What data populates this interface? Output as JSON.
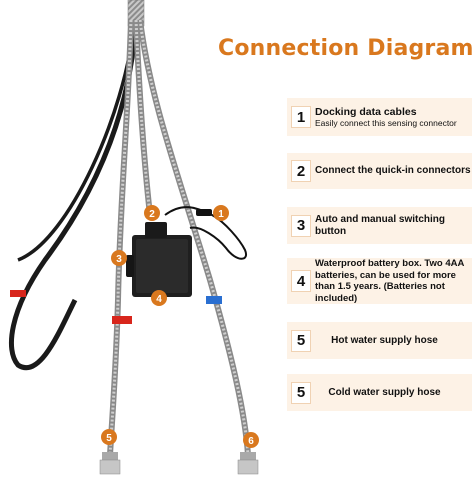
{
  "title": "Connection Diagram",
  "items": [
    {
      "num": "1",
      "label": "Docking data cables",
      "sub": "Easily connect this sensing connector"
    },
    {
      "num": "2",
      "label": "Connect the quick-in connectors"
    },
    {
      "num": "3",
      "label": "Auto and manual switching button"
    },
    {
      "num": "4",
      "label": "Waterproof battery box. Two 4AA batteries, can be used for more than 1.5 years. (Batteries not included)"
    },
    {
      "num": "5",
      "label": "Hot water supply hose"
    },
    {
      "num": "5",
      "label": "Cold water supply hose"
    }
  ],
  "photo_badges": [
    "2",
    "1",
    "3",
    "4",
    "5",
    "6"
  ],
  "colors": {
    "accent": "#d9781e",
    "card_bg": "#fdf2e6",
    "badge": "#d9781e",
    "hot_tag": "#d8261c",
    "cold_tag": "#2a6fd1"
  }
}
